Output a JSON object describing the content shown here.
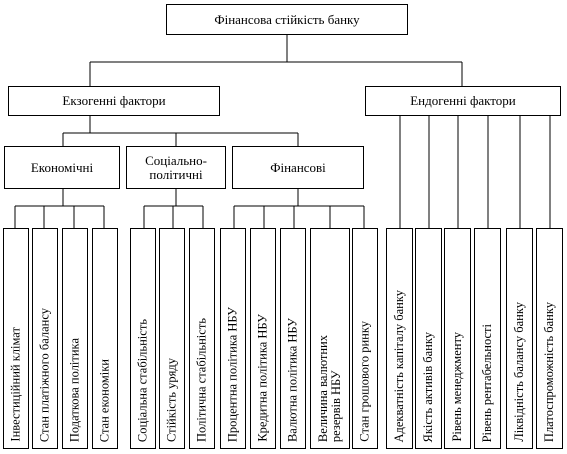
{
  "root": "Фінансова стійкість банку",
  "exogenous": {
    "label": "Екзогенні фактори",
    "groups": [
      {
        "label": "Економічні",
        "items": [
          "Інвестиційний клімат",
          "Стан платіжного балансу",
          "Податкова політика",
          "Стан економіки"
        ]
      },
      {
        "label": "Соціально-\nполітичні",
        "items": [
          "Соціальна стабільність",
          "Стійкість уряду",
          "Політична стабільність"
        ]
      },
      {
        "label": "Фінансові",
        "items": [
          "Процентна політика НБУ",
          "Кредитна політика НБУ",
          "Валютна політика НБУ",
          "Величина валютних\nрезервів НБУ",
          "Стан грошового ринку"
        ]
      }
    ]
  },
  "endogenous": {
    "label": "Ендогенні фактори",
    "items": [
      "Адекватність капіталу банку",
      "Якість активів банку",
      "Рівень менеджменту",
      "Рівень рентабельності",
      "Ліквідність балансу банку",
      "Платоспроможність банку"
    ]
  }
}
